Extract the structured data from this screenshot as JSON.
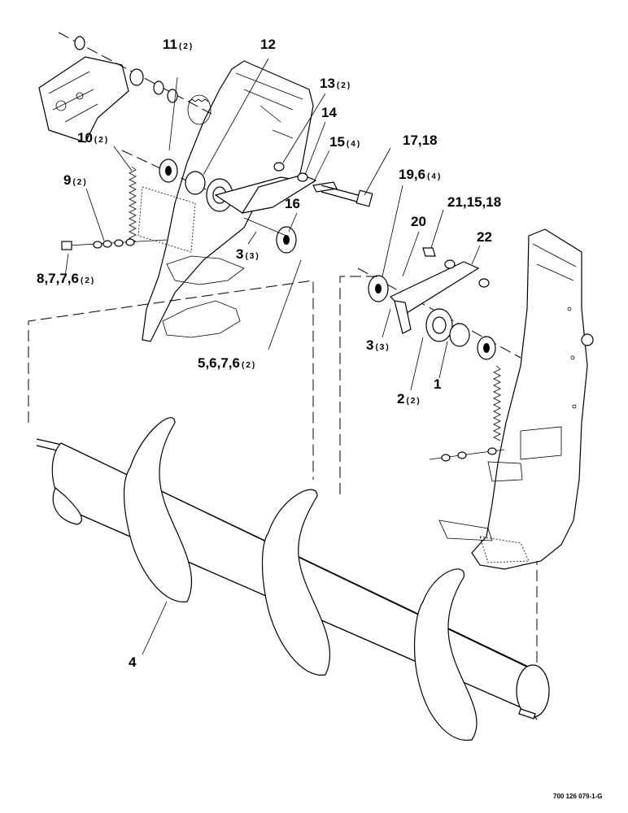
{
  "callouts": [
    {
      "id": "c11",
      "label": "11",
      "qty": "(2)"
    },
    {
      "id": "c12",
      "label": "12",
      "qty": ""
    },
    {
      "id": "c13",
      "label": "13",
      "qty": "(2)"
    },
    {
      "id": "c14",
      "label": "14",
      "qty": ""
    },
    {
      "id": "c10",
      "label": "10",
      "qty": "(2)"
    },
    {
      "id": "c15",
      "label": "15",
      "qty": "(4)"
    },
    {
      "id": "c17",
      "label": "17,18",
      "qty": ""
    },
    {
      "id": "c9",
      "label": "9",
      "qty": "(2)"
    },
    {
      "id": "c16",
      "label": "16",
      "qty": ""
    },
    {
      "id": "c19",
      "label": "19,6",
      "qty": "(4)"
    },
    {
      "id": "c21",
      "label": "21,15,18",
      "qty": ""
    },
    {
      "id": "c20",
      "label": "20",
      "qty": ""
    },
    {
      "id": "c22",
      "label": "22",
      "qty": ""
    },
    {
      "id": "c8",
      "label": "8,7,7,6",
      "qty": "(2)"
    },
    {
      "id": "c3a",
      "label": "3",
      "qty": "(3)"
    },
    {
      "id": "c3b",
      "label": "3",
      "qty": "(3)"
    },
    {
      "id": "c5",
      "label": "5,6,7,6",
      "qty": "(2)"
    },
    {
      "id": "c1",
      "label": "1",
      "qty": ""
    },
    {
      "id": "c2",
      "label": "2",
      "qty": "(2)"
    },
    {
      "id": "c4",
      "label": "4",
      "qty": ""
    }
  ],
  "document_number": "700 126 079-1-G"
}
